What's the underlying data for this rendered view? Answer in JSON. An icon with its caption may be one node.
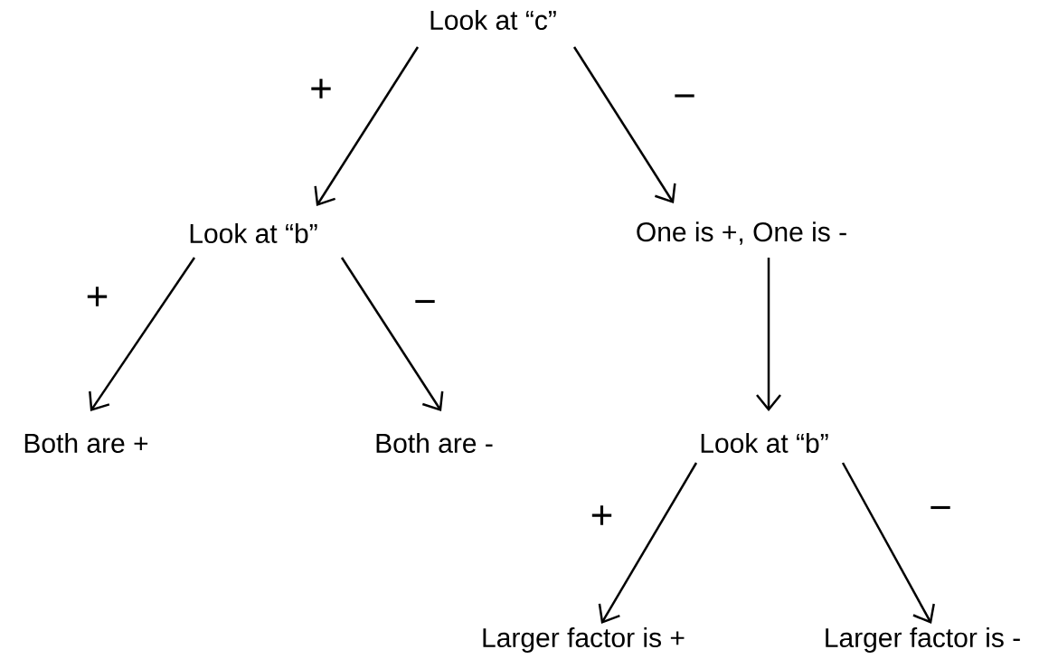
{
  "diagram": {
    "nodes": [
      {
        "text": [
          "Look at “c”"
        ]
      },
      {
        "text": [
          "Look at “b”"
        ]
      },
      {
        "text": [
          "One is +, One is -"
        ]
      },
      {
        "text": [
          "Both are +"
        ]
      },
      {
        "text": [
          "Both are -"
        ]
      },
      {
        "text": [
          "Look at “b”"
        ]
      },
      {
        "text": [
          "Larger factor is +"
        ]
      },
      {
        "text": [
          "Larger factor is -"
        ]
      }
    ],
    "edges": [
      {
        "from": 0,
        "to": 1,
        "arrow": "to",
        "label": "+"
      },
      {
        "from": 0,
        "to": 2,
        "arrow": "to",
        "label": "−"
      },
      {
        "from": 1,
        "to": 3,
        "arrow": "to",
        "label": "+"
      },
      {
        "from": 1,
        "to": 4,
        "arrow": "to",
        "label": "−"
      },
      {
        "from": 2,
        "to": 5,
        "arrow": "to"
      },
      {
        "from": 5,
        "to": 6,
        "arrow": "to",
        "label": "+"
      },
      {
        "from": 5,
        "to": 7,
        "arrow": "to",
        "label": "−"
      }
    ]
  }
}
